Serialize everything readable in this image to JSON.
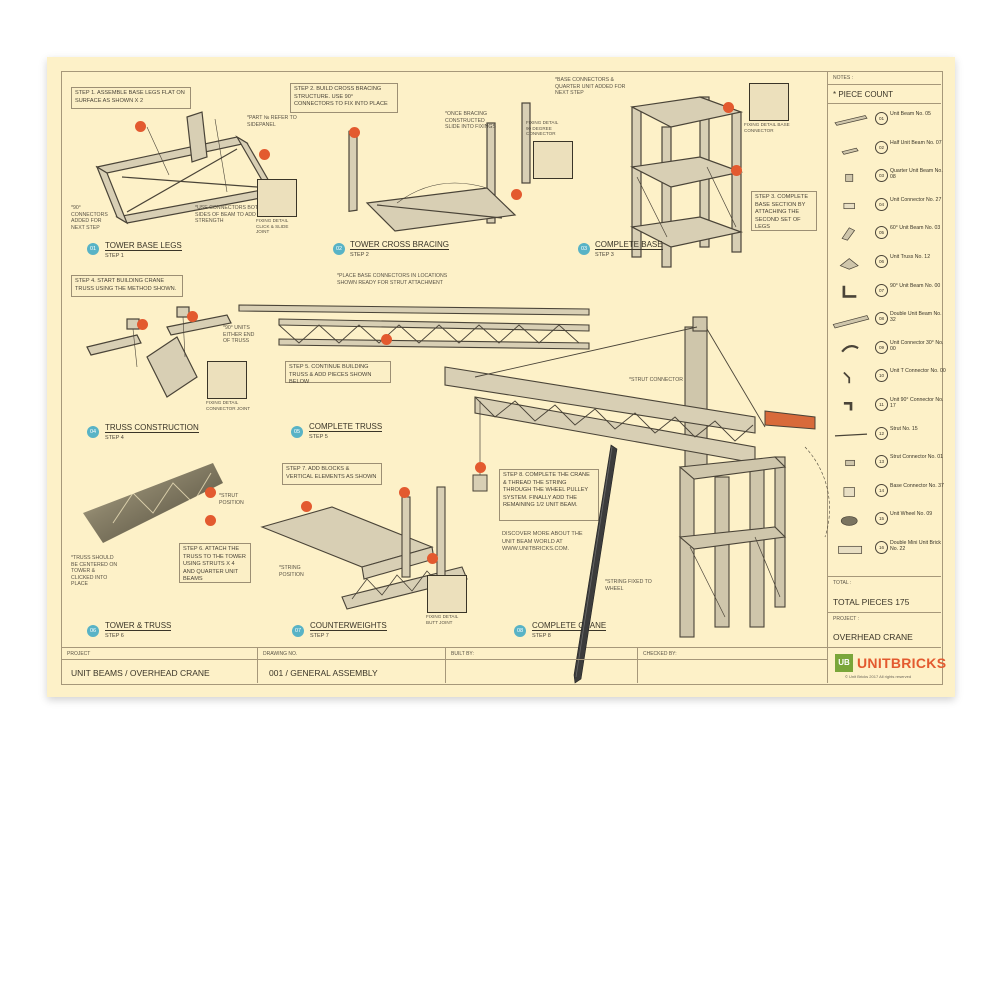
{
  "steps": [
    {
      "num": "01",
      "title": "TOWER BASE LEGS",
      "sub": "STEP 1",
      "box": "STEP 1. ASSEMBLE BASE LEGS FLAT ON SURFACE AS SHOWN X 2",
      "notes": [
        "*PART № REFER TO SIDEPANEL",
        "*90° CONNECTORS ADDED FOR NEXT STEP",
        "*USE CONNECTORS BOTH SIDES OF BEAM TO ADD STRENGTH"
      ],
      "detail": "FIXING DETAIL CLICK & SLIDE JOINT"
    },
    {
      "num": "02",
      "title": "TOWER CROSS BRACING",
      "sub": "STEP 2",
      "box": "STEP 2. BUILD CROSS BRACING STRUCTURE. USE 90° CONNECTORS TO FIX INTO PLACE",
      "notes": [
        "*ONCE BRACING CONSTRUCTED SLIDE INTO FIXINGS"
      ],
      "detail": "FIXING DETAIL 90 DEGREE CONNECTOR"
    },
    {
      "num": "03",
      "title": "COMPLETE BASE",
      "sub": "STEP 3",
      "box": "STEP 3. COMPLETE BASE SECTION BY ATTACHING THE SECOND SET OF LEGS",
      "notes": [
        "*BASE CONNECTORS & QUARTER UNIT ADDED FOR NEXT STEP"
      ],
      "detail": "FIXING DETAIL BASE CONNECTOR"
    },
    {
      "num": "04",
      "title": "TRUSS CONSTRUCTION",
      "sub": "STEP 4",
      "box": "STEP 4. START BUILDING CRANE TRUSS USING THE METHOD SHOWN.",
      "notes": [],
      "detail": "FIXING DETAIL CONNECTOR JOINT"
    },
    {
      "num": "05",
      "title": "COMPLETE TRUSS",
      "sub": "STEP 5",
      "box": "STEP 5. CONTINUE BUILDING TRUSS & ADD PIECES SHOWN BELOW",
      "notes": [
        "*PLACE BASE CONNECTORS IN LOCATIONS SHOWN READY FOR STRUT ATTACHMENT",
        "*90° UNITS EITHER END OF TRUSS"
      ],
      "detail": ""
    },
    {
      "num": "06",
      "title": "TOWER & TRUSS",
      "sub": "STEP 6",
      "box": "STEP 6. ATTACH THE TRUSS TO THE TOWER USING STRUTS X 4 AND QUARTER UNIT BEAMS",
      "notes": [
        "*STRUT POSITION",
        "*TRUSS SHOULD BE CENTERED ON TOWER & CLICKED INTO PLACE"
      ],
      "detail": ""
    },
    {
      "num": "07",
      "title": "COUNTERWEIGHTS",
      "sub": "STEP 7",
      "box": "STEP 7. ADD BLOCKS & VERTICAL ELEMENTS AS SHOWN",
      "notes": [
        "*STRING POSITION"
      ],
      "detail": "FIXING DETAIL BUTT JOINT"
    },
    {
      "num": "08",
      "title": "COMPLETE CRANE",
      "sub": "STEP 8",
      "box": "STEP 8. COMPLETE THE CRANE & THREAD THE STRING THROUGH THE WHEEL PULLEY SYSTEM. FINALLY ADD THE REMAINING 1/2 UNIT BEAM.",
      "notes": [
        "*STRUT CONNECTOR",
        "*STRING FIXED TO WHEEL"
      ],
      "extra": "DISCOVER MORE ABOUT THE UNIT BEAM WORLD AT WWW.UNITBRICKS.COM."
    }
  ],
  "sidebar": {
    "notes_label": "NOTES :",
    "piece_count_label": "* PIECE COUNT",
    "pieces": [
      {
        "num": "01",
        "name": "Unit Beam No. 05"
      },
      {
        "num": "02",
        "name": "Half Unit Beam No. 07"
      },
      {
        "num": "03",
        "name": "Quarter Unit Beam No. 08"
      },
      {
        "num": "04",
        "name": "Unit Connector No. 27"
      },
      {
        "num": "05",
        "name": "60° Unit Beam No. 03"
      },
      {
        "num": "06",
        "name": "Unit Truss No. 12"
      },
      {
        "num": "07",
        "name": "90° Unit Beam No. 00"
      },
      {
        "num": "08",
        "name": "Double Unit Beam No. 32"
      },
      {
        "num": "09",
        "name": "Unit Connector 30° No. 00"
      },
      {
        "num": "10",
        "name": "Unit T Connector No. 00"
      },
      {
        "num": "11",
        "name": "Unit 90° Connector No. 17"
      },
      {
        "num": "12",
        "name": "Strut No. 15"
      },
      {
        "num": "13",
        "name": "Strut Connector No. 01"
      },
      {
        "num": "14",
        "name": "Base Connector No. 37"
      },
      {
        "num": "15",
        "name": "Unit Wheel No. 09"
      },
      {
        "num": "16",
        "name": "Double Mini Unit Brick No. 22"
      }
    ],
    "total_label": "TOTAL :",
    "total_value": "TOTAL PIECES 175",
    "project_label": "PROJECT :",
    "project_value": "OVERHEAD CRANE",
    "brand": "UNITBRICKS",
    "brand_mark": "UB",
    "copyright": "© Unit Bricks 2017 All rights reserved"
  },
  "titleblock": {
    "project_label": "PROJECT",
    "project_value": "UNIT BEAMS / OVERHEAD CRANE",
    "drawing_label": "DRAWING NO.",
    "drawing_value": "001 / GENERAL ASSEMBLY",
    "built_label": "BUILT BY:",
    "built_value": "",
    "checked_label": "CHECKED BY:",
    "checked_value": ""
  },
  "colors": {
    "paper": "#fdf1c8",
    "accent": "#e35a2f",
    "step_badge": "#58b3c6",
    "line": "#3a3528",
    "brand_green": "#7aa63a",
    "brand_orange": "#e35a2f"
  }
}
